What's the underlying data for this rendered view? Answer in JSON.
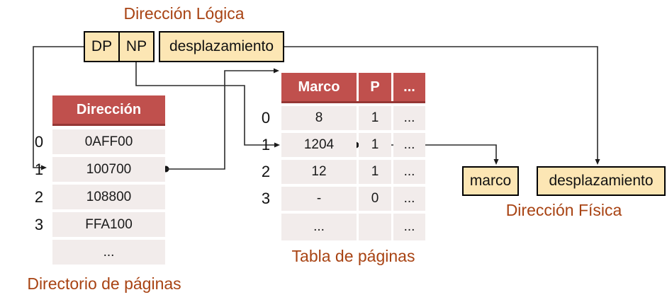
{
  "colors": {
    "table_header": "#c0504d",
    "table_header_border": "#953735",
    "table_row": "#f2eceb",
    "box_fill": "#fce6b4",
    "caption_text": "#a84313",
    "connector": "#2b2b2b"
  },
  "logical_address": {
    "title": "Dirección Lógica",
    "dp": "DP",
    "np": "NP",
    "offset": "desplazamiento"
  },
  "directorio": {
    "header": "Dirección",
    "caption": "Directorio de páginas",
    "rows": [
      {
        "index": "0",
        "value": "0AFF00"
      },
      {
        "index": "1",
        "value": "100700"
      },
      {
        "index": "2",
        "value": "108800"
      },
      {
        "index": "3",
        "value": "FFA100"
      },
      {
        "index": "",
        "value": "..."
      }
    ]
  },
  "tabla": {
    "headers": [
      "Marco",
      "P",
      "..."
    ],
    "caption": "Tabla de páginas",
    "rows": [
      {
        "index": "0",
        "marco": "8",
        "p": "1",
        "more": "..."
      },
      {
        "index": "1",
        "marco": "1204",
        "p": "1",
        "more": "..."
      },
      {
        "index": "2",
        "marco": "12",
        "p": "1",
        "more": "..."
      },
      {
        "index": "3",
        "marco": "-",
        "p": "0",
        "more": "..."
      },
      {
        "index": "",
        "marco": "...",
        "p": "",
        "more": "..."
      }
    ]
  },
  "physical_address": {
    "title": "Dirección Física",
    "marco_label": "marco",
    "offset_label": "desplazamiento"
  }
}
